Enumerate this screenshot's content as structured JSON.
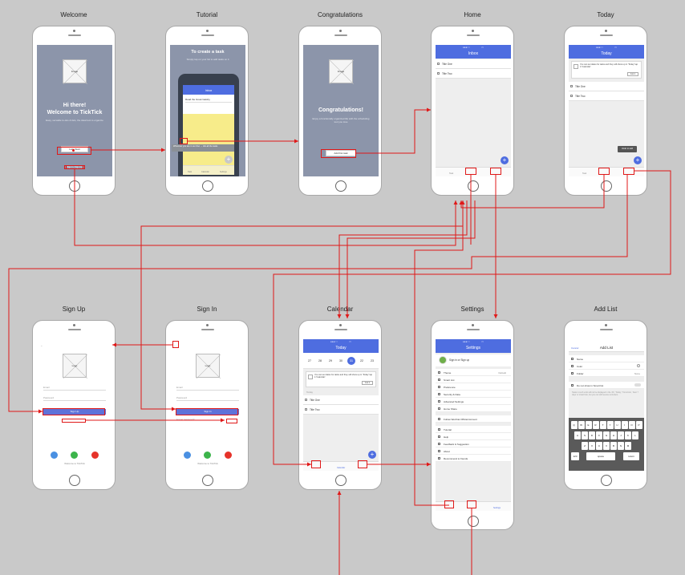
{
  "screens": {
    "welcome": {
      "title": "Welcome",
      "image_caption": "Image",
      "headline_1": "Hi there!",
      "headline_2": "Welcome to TickTick",
      "subtitle": "Easy, versatile to-dos & lists, the ideal tool to organize",
      "primary_button": "Let's Start",
      "secondary_button": "Sign In / Sign Up"
    },
    "tutorial": {
      "title": "Tutorial",
      "headline": "To create a task",
      "subtitle": "Simply tap on your list to add tasks on it",
      "screen_title": "Inbox",
      "input_text": "Read the Great Gatsby",
      "tooltip": "Wherever you are in our Zoo → tick all the tasks",
      "tabs": [
        "Task",
        "Calendar",
        "Settings"
      ]
    },
    "congratulations": {
      "title": "Congratulations",
      "image_caption": "Image",
      "headline": "Congratulations!",
      "subtitle": "Enjoy a functionally organized life with the scheduling tool you love",
      "button": "Add first task"
    },
    "home": {
      "title": "Home",
      "app_bar": "Inbox",
      "rows": [
        "Title One",
        "Title Two"
      ],
      "tabs": [
        "Task"
      ]
    },
    "today": {
      "title": "Today",
      "app_bar": "Today",
      "tip": "You can set dates for tasks and they will show up in 'Today' tap it 'Calendar'.",
      "tip_action": "Got it",
      "rows": [
        "Title One",
        "Title Two"
      ],
      "snackbar": "Undo to add",
      "tabs": [
        "Task"
      ]
    },
    "sign_up": {
      "title": "Sign Up",
      "image_caption": "Logo",
      "fields": [
        "Email",
        "Password"
      ],
      "button": "Sign Up",
      "footer": "Welcome to TickTick"
    },
    "sign_in": {
      "title": "Sign In",
      "image_caption": "Logo",
      "fields": [
        "Email",
        "Password"
      ],
      "button": "Sign In",
      "forgot": "Forget password?",
      "footer": "Welcome to TickTick"
    },
    "calendar": {
      "title": "Calendar",
      "app_bar": "Today",
      "days": [
        "27",
        "28",
        "29",
        "30",
        "31",
        "22",
        "23"
      ],
      "tip": "You can set dates for tasks and they will show up in 'Today' tap it 'Calendar'.",
      "tip_action": "Got it",
      "section": "Today",
      "rows": [
        "Title One",
        "Title Two"
      ],
      "tabs": [
        "Calendar"
      ]
    },
    "settings": {
      "title": "Settings",
      "app_bar": "Settings",
      "account": "Sign in or Sign up",
      "theme_value": "Default",
      "rows": [
        "Theme",
        "Smart List",
        "Preference",
        "Security & Data",
        "Advanced Settings",
        "Home Share",
        "Follow WeChat Official Account",
        "Tutorial",
        "Help",
        "Feedback & Suggestion",
        "About",
        "Recommend to friends"
      ],
      "tabs": [
        "Settings"
      ]
    },
    "add_list": {
      "title": "Add List",
      "cancel": "Cancel",
      "app_bar": "Add List",
      "rows": [
        "Name",
        "Color",
        "Folder"
      ],
      "folder_value": "None",
      "smart_toggle": "Do not show in Smart list",
      "note": "Tasks in such a list will not be displayed in the 'All', 'Today', 'Tomorrow', 'Next 7 days' or smart lists, but you can still receive reminders.",
      "keyboard_rows": [
        [
          "Q",
          "W",
          "E",
          "R",
          "T",
          "Y",
          "U",
          "I",
          "O",
          "P"
        ],
        [
          "A",
          "S",
          "D",
          "F",
          "G",
          "H",
          "J",
          "K",
          "L"
        ],
        [
          "Z",
          "X",
          "C",
          "V",
          "B",
          "N",
          "M"
        ]
      ],
      "space": "space",
      "return": "return",
      "num_key": "123"
    }
  },
  "colors": {
    "background": "#c9c9c9",
    "link": "#e01818",
    "primary": "#4e6de0",
    "slate": "#8c95aa"
  }
}
